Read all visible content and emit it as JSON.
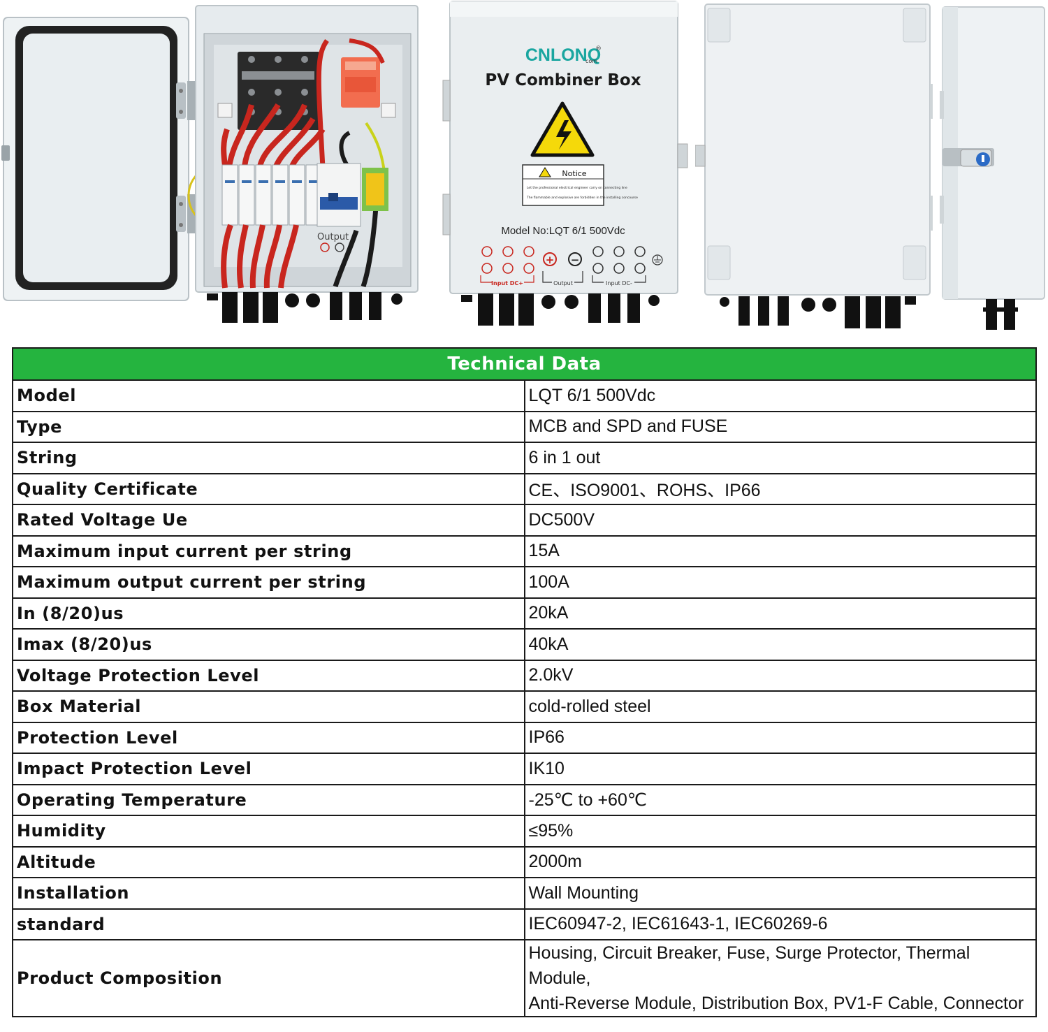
{
  "product_images": {
    "brand": "CNLONQ",
    "brand_sub": "com",
    "registered": "®",
    "box_title": "PV Combiner Box",
    "warning_symbol": "high-voltage-warning-icon",
    "notice_title": "Notice",
    "notice_line1": "Let the professional electrical engineer carry on connecting line",
    "notice_line2": "The flammable and explosive are forbidden in the installing concourse",
    "model_label": "Model No:LQT 6/1 500Vdc",
    "input_pos_label": "Input DC+",
    "output_label": "Output",
    "input_neg_label": "Input DC-",
    "interior_output_label": "Output",
    "views": [
      "open-interior-view",
      "front-closed-view",
      "back-view",
      "side-view"
    ]
  },
  "table": {
    "title": "Technical Data",
    "rows": [
      {
        "label": "Model",
        "value": "LQT 6/1 500Vdc"
      },
      {
        "label": "Type",
        "value": "MCB and SPD and FUSE"
      },
      {
        "label": "String",
        "value": "6 in 1 out"
      },
      {
        "label": "Quality Certificate",
        "value": "CE、ISO9001、ROHS、IP66"
      },
      {
        "label": "Rated Voltage Ue",
        "value": "DC500V"
      },
      {
        "label": "Maximum input current per string",
        "value": "15A"
      },
      {
        "label": "Maximum output current per string",
        "value": "100A"
      },
      {
        "label": "In (8/20)us",
        "value": "20kA"
      },
      {
        "label": "Imax (8/20)us",
        "value": "40kA"
      },
      {
        "label": "Voltage Protection Level",
        "value": "2.0kV"
      },
      {
        "label": "Box Material",
        "value": "cold-rolled steel"
      },
      {
        "label": "Protection Level",
        "value": "IP66"
      },
      {
        "label": "Impact Protection Level",
        "value": "IK10"
      },
      {
        "label": "Operating Temperature",
        "value": "-25℃ to +60℃"
      },
      {
        "label": "Humidity",
        "value": "≤95%"
      },
      {
        "label": "Altitude",
        "value": "2000m"
      },
      {
        "label": "Installation",
        "value": "Wall Mounting"
      },
      {
        "label": "standard",
        "value": "IEC60947-2, IEC61643-1, IEC60269-6"
      },
      {
        "label": "Product Composition",
        "value_line1": "Housing, Circuit Breaker, Fuse, Surge Protector, Thermal Module,",
        "value_line2": "Anti-Reverse Module, Distribution Box, PV1-F Cable, Connector"
      }
    ]
  },
  "colors": {
    "header_green": "#25b43f",
    "brand_teal": "#1aa6a0",
    "cable_red": "#c8261e",
    "warning_yellow": "#f5d90a",
    "spd_orange": "#f26d4f",
    "enclosure_grey": "#e4e9ec"
  }
}
